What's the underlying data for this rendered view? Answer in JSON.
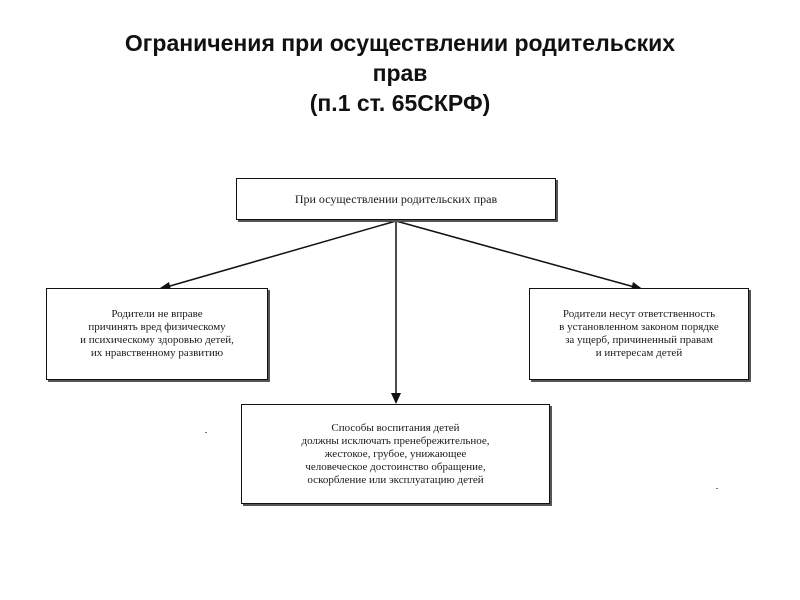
{
  "title": {
    "line1": "Ограничения при осуществлении родительских",
    "line2": "прав",
    "line3": "(п.1 ст. 65СКРФ)"
  },
  "diagram": {
    "top_box": "При осуществлении родительских прав",
    "left_box": [
      "Родители не вправе",
      "причинять вред физическому",
      "и психическому здоровью детей,",
      "их нравственному развитию"
    ],
    "right_box": [
      "Родители несут ответственность",
      "в установленном законом порядке",
      "за ущерб, причиненный правам",
      "и интересам детей"
    ],
    "bottom_box": [
      "Способы воспитания детей",
      "должны исключать пренебрежительное,",
      "жестокое, грубое, унижающее",
      "человеческое достоинство обращение,",
      "оскорбление или эксплуатацию детей"
    ]
  }
}
